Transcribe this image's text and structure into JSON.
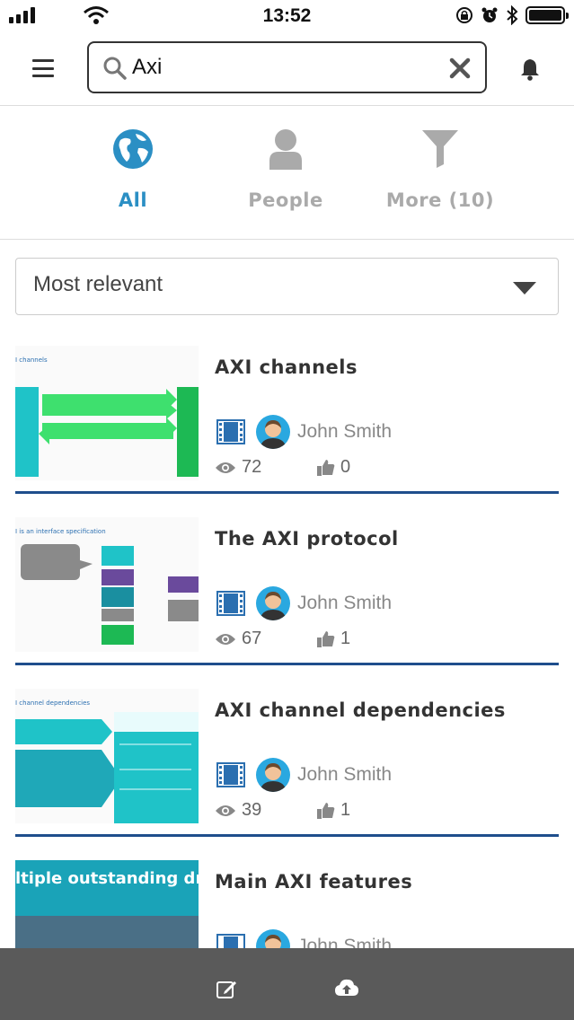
{
  "status_bar": {
    "time": "13:52"
  },
  "search": {
    "value": "Axi",
    "placeholder": ""
  },
  "tabs": [
    {
      "label": "All",
      "icon": "globe-icon",
      "active": true
    },
    {
      "label": "People",
      "icon": "person-icon",
      "active": false
    },
    {
      "label": "More (10)",
      "icon": "funnel-icon",
      "active": false
    }
  ],
  "sort": {
    "selected": "Most relevant"
  },
  "results": [
    {
      "title": "AXI channels",
      "author": "John Smith",
      "views": "72",
      "likes": "0",
      "thumb_text": "I channels"
    },
    {
      "title": "The AXI protocol",
      "author": "John Smith",
      "views": "67",
      "likes": "1",
      "thumb_text": "I is an interface specification"
    },
    {
      "title": "AXI channel dependencies",
      "author": "John Smith",
      "views": "39",
      "likes": "1",
      "thumb_text": "I channel dependencies"
    },
    {
      "title": "Main AXI features",
      "author": "John Smith",
      "views": "",
      "likes": "",
      "thumb_text": "ltiple outstanding dresses"
    }
  ],
  "colors": {
    "accent": "#2b8fc4",
    "divider": "#1f4e8c",
    "toolbar": "#5a5a5a",
    "teal": "#1fc3c8",
    "green": "#1db954"
  }
}
